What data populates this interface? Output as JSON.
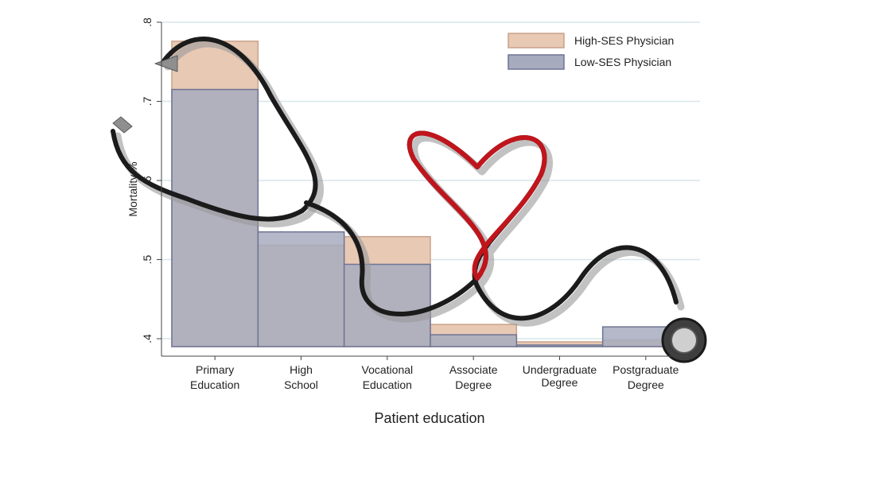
{
  "chart_data": {
    "type": "bar",
    "categories": [
      [
        "Primary",
        "Education"
      ],
      [
        "High",
        "School"
      ],
      [
        "Vocational",
        "Education"
      ],
      [
        "Associate",
        "Degree"
      ],
      [
        "Undergraduate",
        "Degree"
      ],
      [
        "Postgraduate",
        "Degree"
      ]
    ],
    "series": [
      {
        "name": "High-SES Physician",
        "values": [
          0.776,
          0.518,
          0.529,
          0.418,
          0.396,
          0.398
        ],
        "color": "#e8c9b4",
        "stroke": "#c9a28a"
      },
      {
        "name": "Low-SES Physician",
        "values": [
          0.715,
          0.535,
          0.494,
          0.405,
          0.392,
          0.415
        ],
        "color": "#a7abbe",
        "stroke": "#6f7593"
      }
    ],
    "xlabel": "Patient education",
    "ylabel": "Mortality %",
    "ylim": [
      0.39,
      0.81
    ],
    "yticks": [
      0.4,
      0.5,
      0.6,
      0.7,
      0.8
    ],
    "ytick_labels": [
      ".4",
      ".5",
      ".6",
      ".7",
      ".8"
    ],
    "grid": true,
    "legend_position": "top-right",
    "decoration": "stethoscope-with-heart-overlay"
  }
}
